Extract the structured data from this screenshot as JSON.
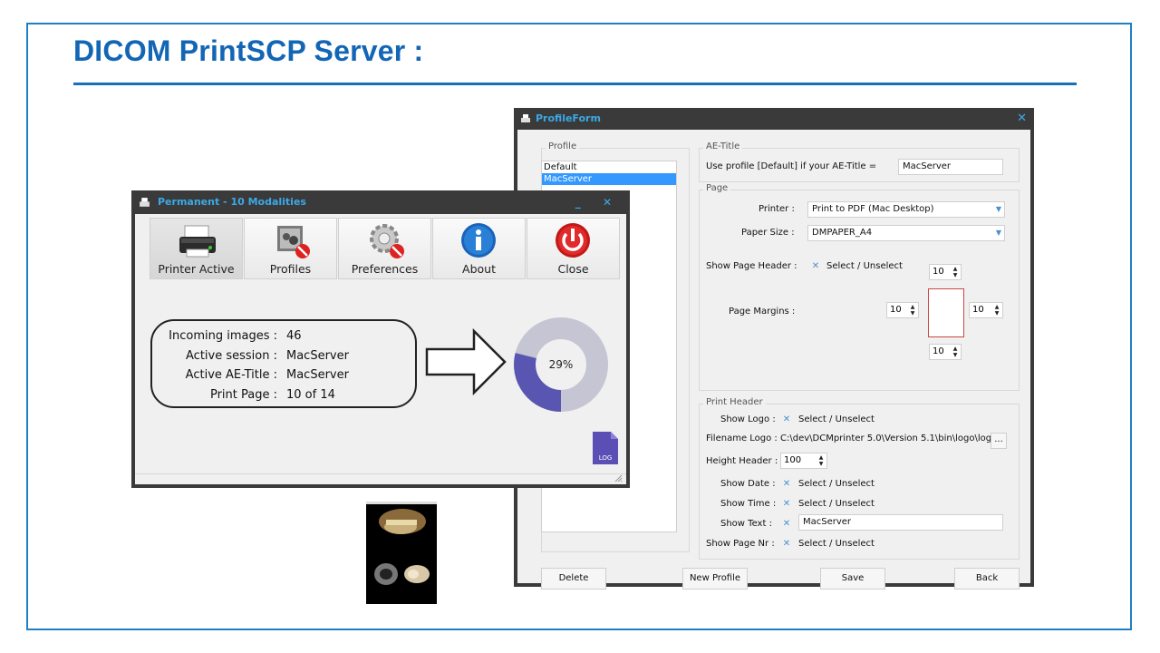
{
  "slide": {
    "title": "DICOM PrintSCP Server :"
  },
  "profile_form": {
    "title": "ProfileForm",
    "close": "✕",
    "profile_group": "Profile",
    "profiles": [
      "Default",
      "MacServer"
    ],
    "selected_profile": "MacServer",
    "ae_group": "AE-Title",
    "ae_label": "Use profile [Default] if your AE-Title =",
    "ae_value": "MacServer",
    "page_group": "Page",
    "printer_label": "Printer :",
    "printer_value": "Print to PDF (Mac Desktop)",
    "paper_label": "Paper Size :",
    "paper_value": "DMPAPER_A4",
    "show_header_label": "Show Page Header :",
    "select_unselect": "Select / Unselect",
    "margins_label": "Page Margins :",
    "margin_top": "10",
    "margin_left": "10",
    "margin_right": "10",
    "margin_bottom": "10",
    "print_header_group": "Print Header",
    "show_logo_label": "Show Logo :",
    "filename_logo_label": "Filename Logo :",
    "filename_logo_value": "C:\\dev\\DCMprinter 5.0\\Version 5.1\\bin\\logo\\logo",
    "browse": "...",
    "height_header_label": "Height Header :",
    "height_header_value": "100",
    "show_date_label": "Show Date :",
    "show_time_label": "Show Time :",
    "show_text_label": "Show Text :",
    "show_text_value": "MacServer",
    "show_page_nr_label": "Show Page Nr :",
    "buttons": {
      "delete": "Delete",
      "new_profile": "New Profile",
      "save": "Save",
      "back": "Back"
    }
  },
  "permanent_window": {
    "title": "Permanent - 10 Modalities",
    "controls": "_ ✕",
    "toolbar": [
      "Printer Active",
      "Profiles",
      "Preferences",
      "About",
      "Close"
    ],
    "incoming_label": "Incoming images :",
    "incoming_value": "46",
    "session_label": "Active session :",
    "session_value": "MacServer",
    "ae_label": "Active AE-Title :",
    "ae_value": "MacServer",
    "page_label": "Print Page :",
    "page_value": "10 of 14",
    "progress_text": "29%",
    "progress_value": 0.29,
    "log_label": "LOG",
    "colors": {
      "progress": "#5856b0",
      "track": "#c5c5d3"
    }
  }
}
